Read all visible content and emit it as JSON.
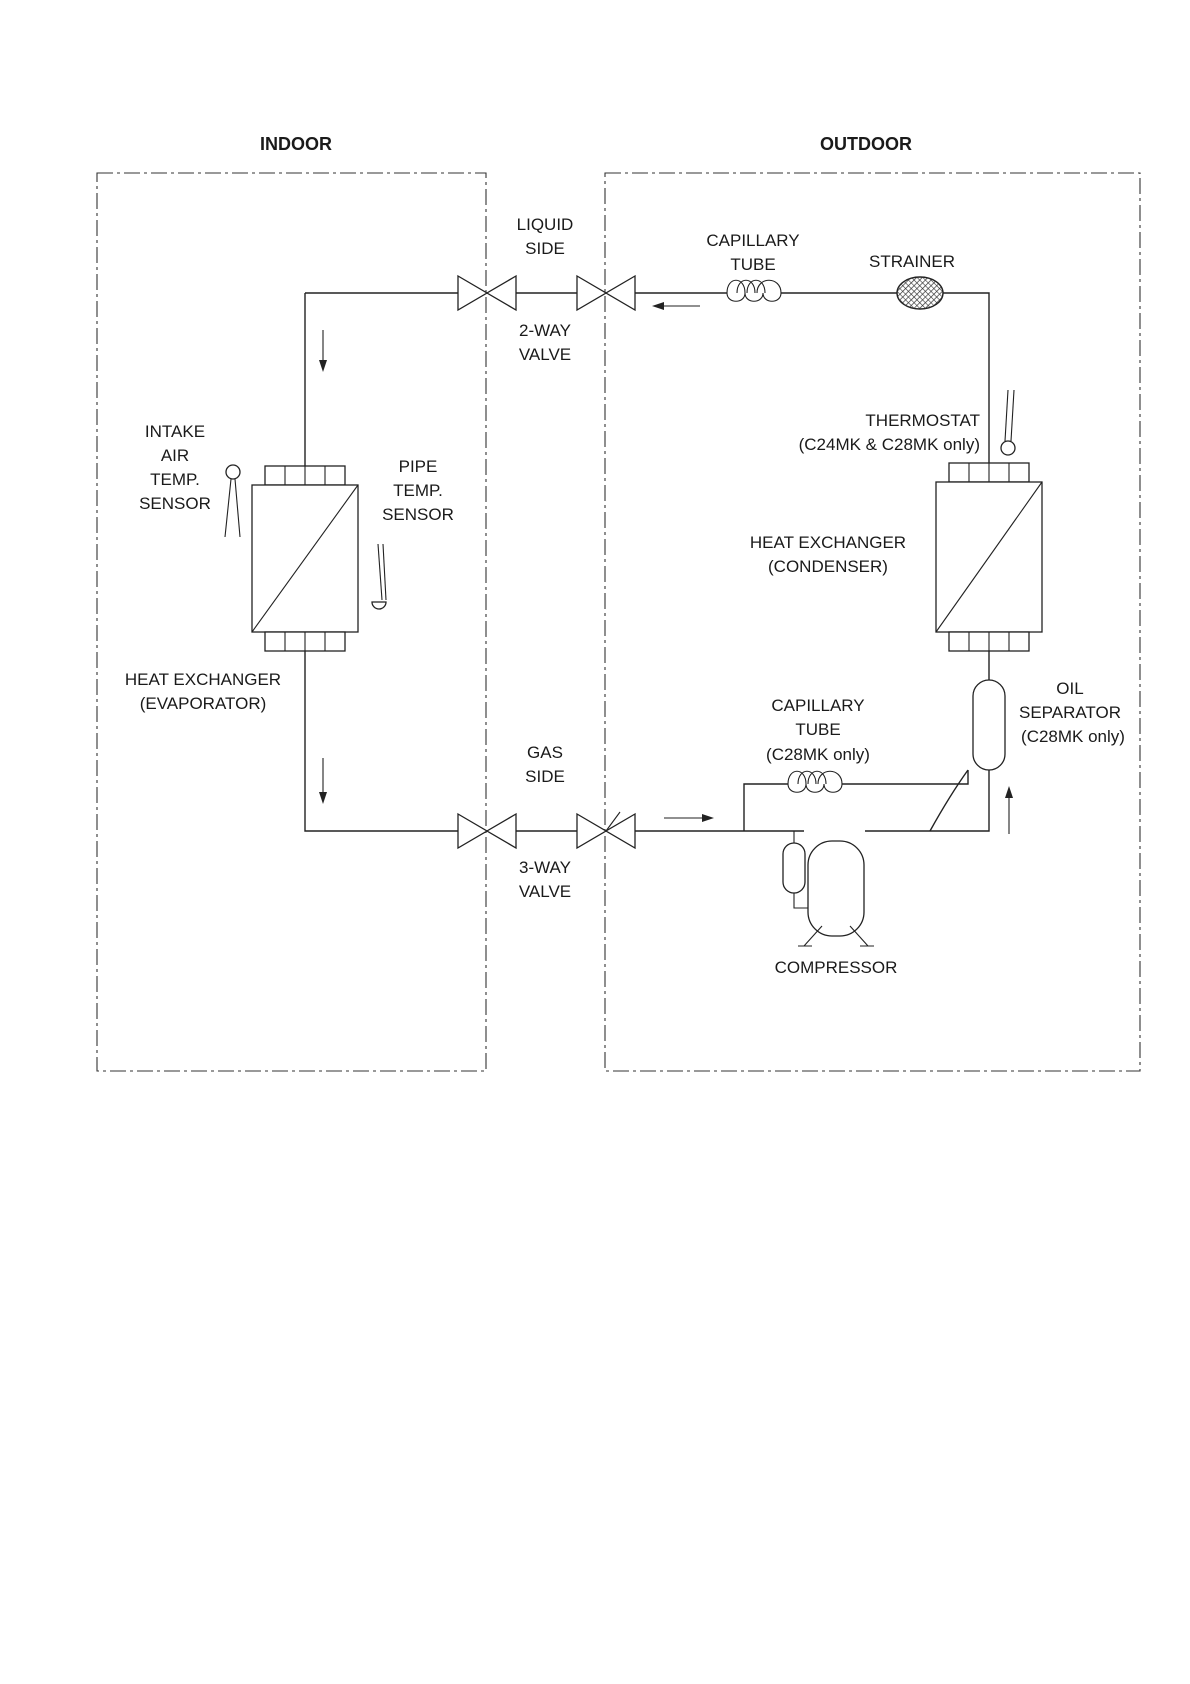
{
  "sections": {
    "indoor": "INDOOR",
    "outdoor": "OUTDOOR"
  },
  "labels": {
    "liquid_side": [
      "LIQUID",
      "SIDE"
    ],
    "two_way_valve": [
      "2-WAY",
      "VALVE"
    ],
    "capillary_tube_top": [
      "CAPILLARY",
      "TUBE"
    ],
    "strainer": "STRAINER",
    "thermostat": [
      "THERMOSTAT",
      "(C24MK & C28MK only)"
    ],
    "intake_air_temp_sensor": [
      "INTAKE",
      "AIR",
      "TEMP.",
      "SENSOR"
    ],
    "pipe_temp_sensor": [
      "PIPE",
      "TEMP.",
      "SENSOR"
    ],
    "heat_exchanger_condenser": [
      "HEAT EXCHANGER",
      "(CONDENSER)"
    ],
    "heat_exchanger_evaporator": [
      "HEAT EXCHANGER",
      "(EVAPORATOR)"
    ],
    "capillary_tube_bottom": [
      "CAPILLARY",
      "TUBE",
      "(C28MK only)"
    ],
    "oil_separator": [
      "OIL",
      "SEPARATOR",
      "(C28MK only)"
    ],
    "gas_side": [
      "GAS",
      "SIDE"
    ],
    "three_way_valve": [
      "3-WAY",
      "VALVE"
    ],
    "compressor": "COMPRESSOR"
  },
  "colors": {
    "line": "#222222",
    "strainer_fill": "#999999"
  }
}
